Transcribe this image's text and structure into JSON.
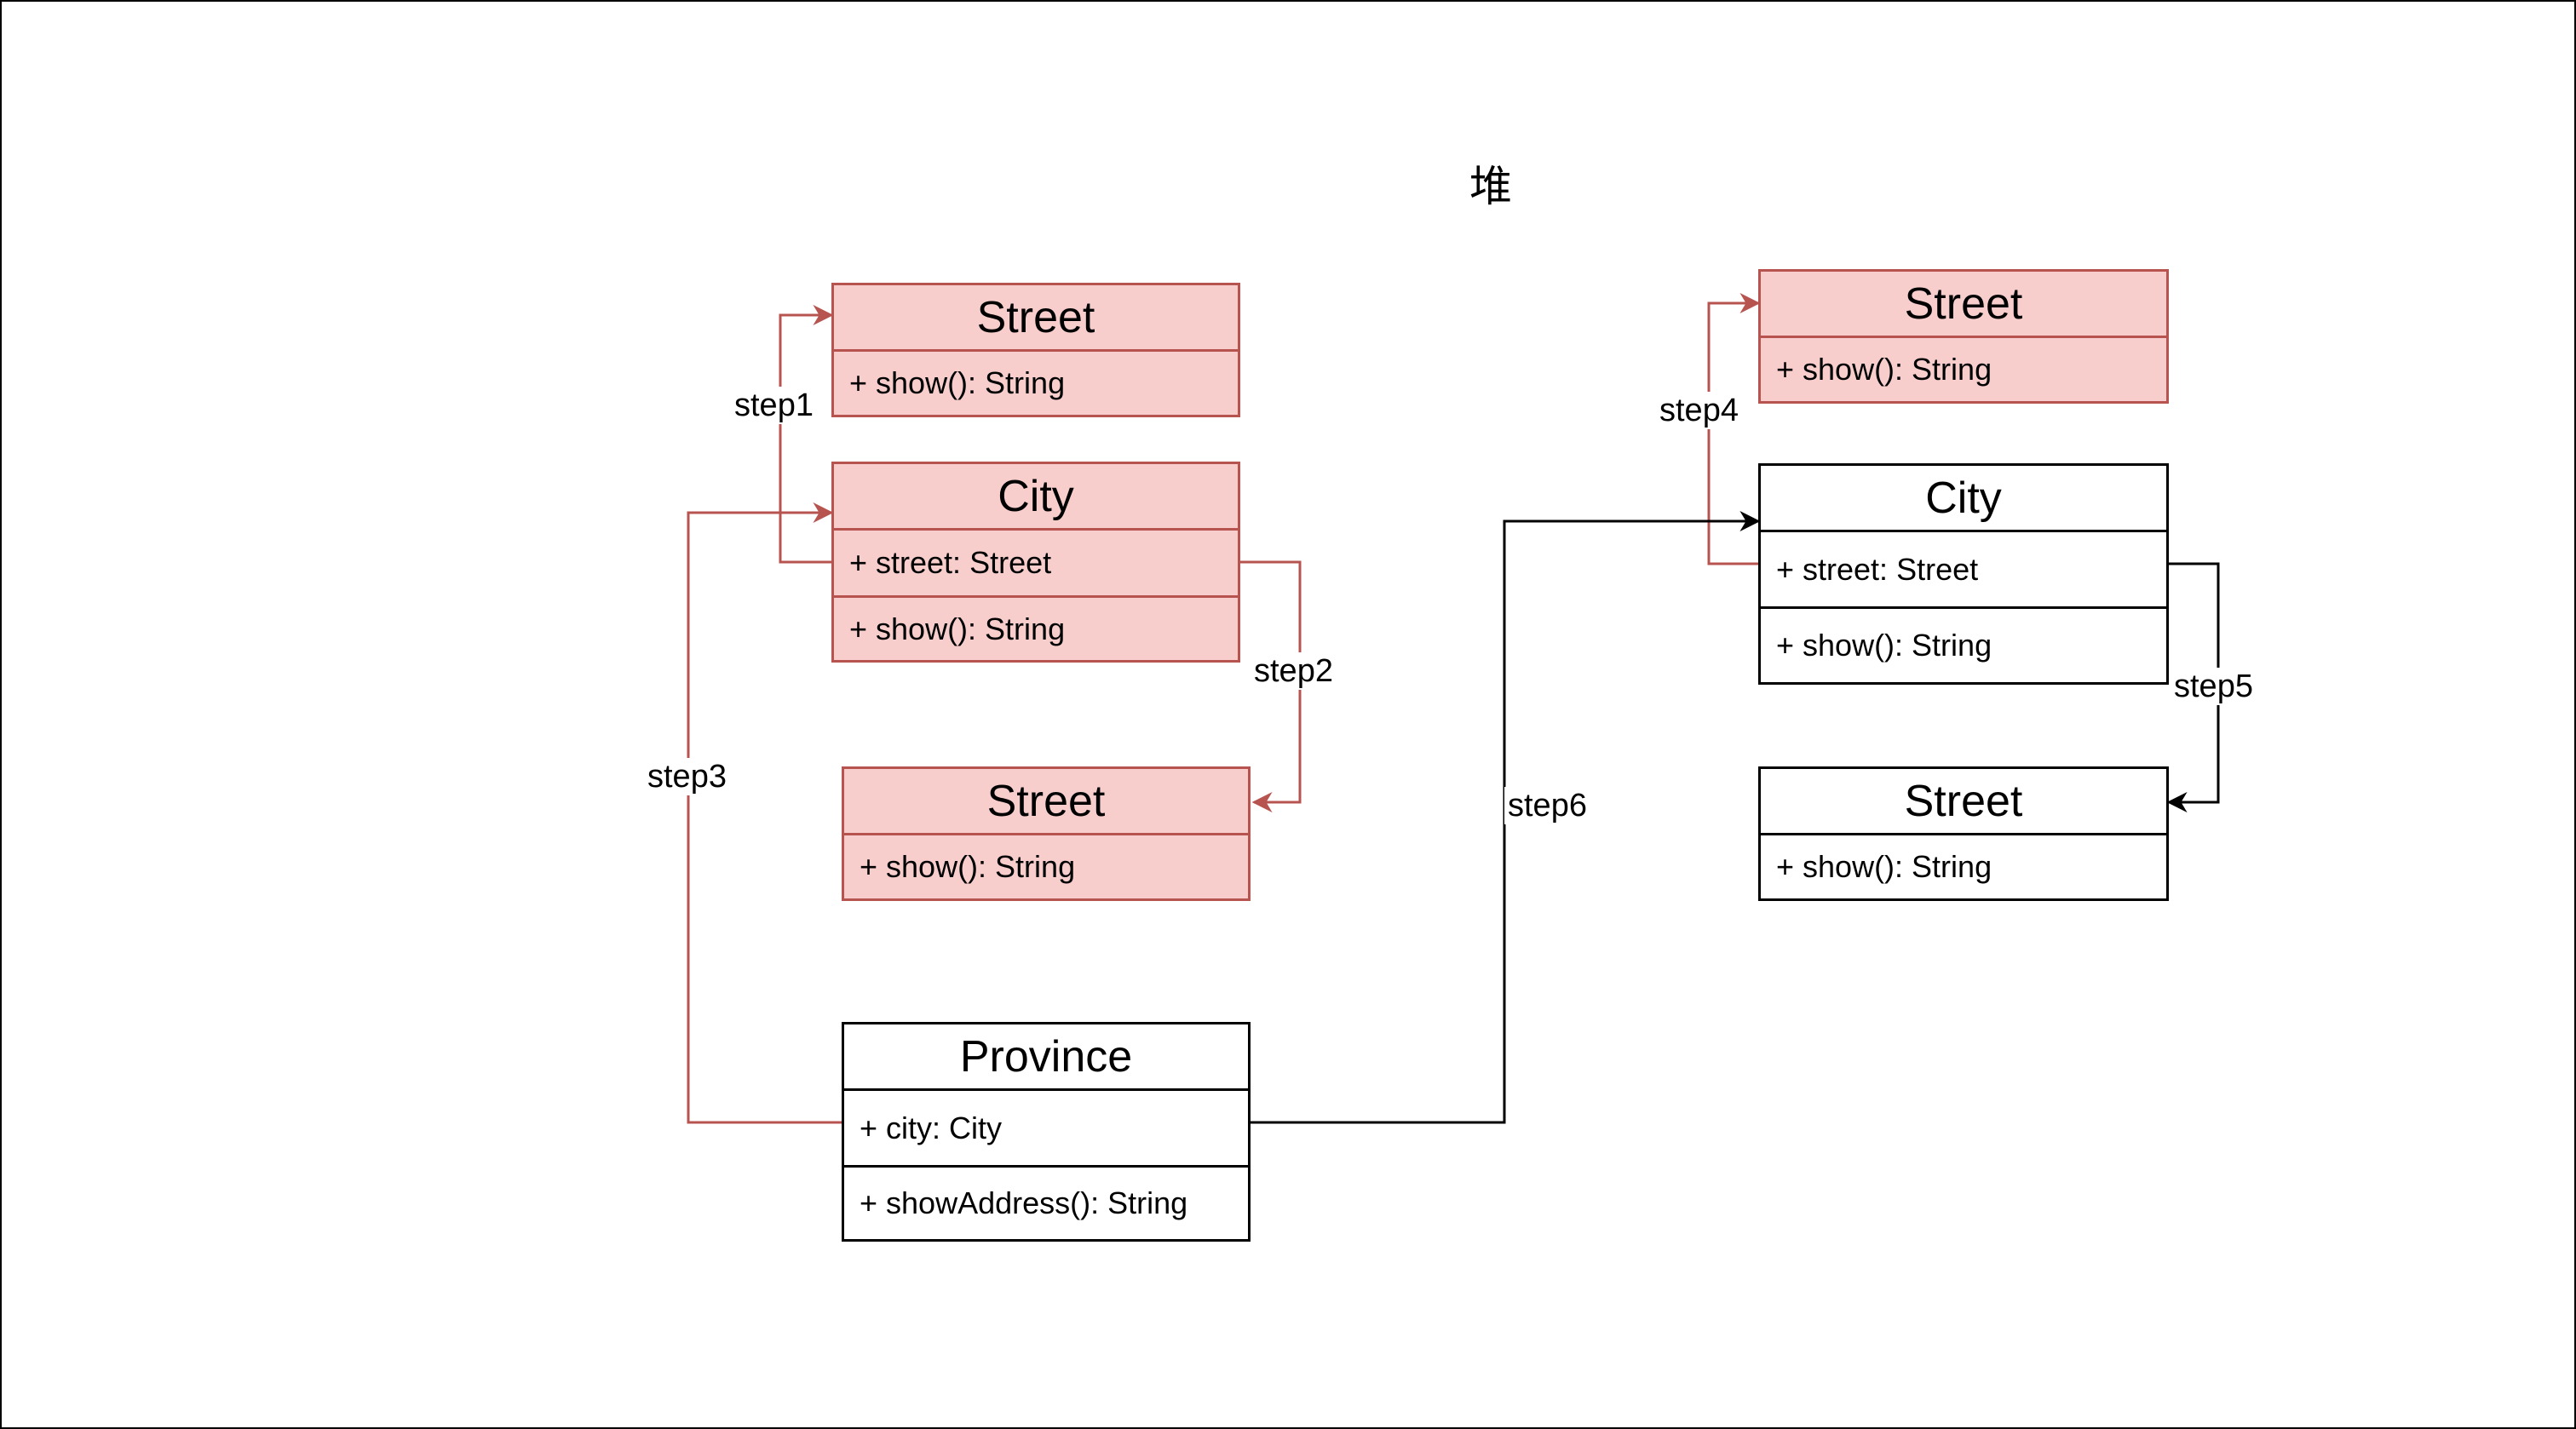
{
  "title": "堆",
  "boxes": {
    "street_a": {
      "name": "Street",
      "members": [
        "+ show(): String"
      ]
    },
    "city_a": {
      "name": "City",
      "members": [
        "+ street: Street",
        "+ show(): String"
      ]
    },
    "street_b": {
      "name": "Street",
      "members": [
        "+ show(): String"
      ]
    },
    "province": {
      "name": "Province",
      "members": [
        "+ city: City",
        "+ showAddress(): String"
      ]
    },
    "street_c": {
      "name": "Street",
      "members": [
        "+ show(): String"
      ]
    },
    "city_b": {
      "name": "City",
      "members": [
        "+ street: Street",
        "+ show(): String"
      ]
    },
    "street_d": {
      "name": "Street",
      "members": [
        "+ show(): String"
      ]
    }
  },
  "edges": {
    "step1": "step1",
    "step2": "step2",
    "step3": "step3",
    "step4": "step4",
    "step5": "step5",
    "step6": "step6"
  },
  "colors": {
    "highlight_fill": "#f8cecc",
    "highlight_stroke": "#b85450",
    "default_stroke": "#000000"
  }
}
